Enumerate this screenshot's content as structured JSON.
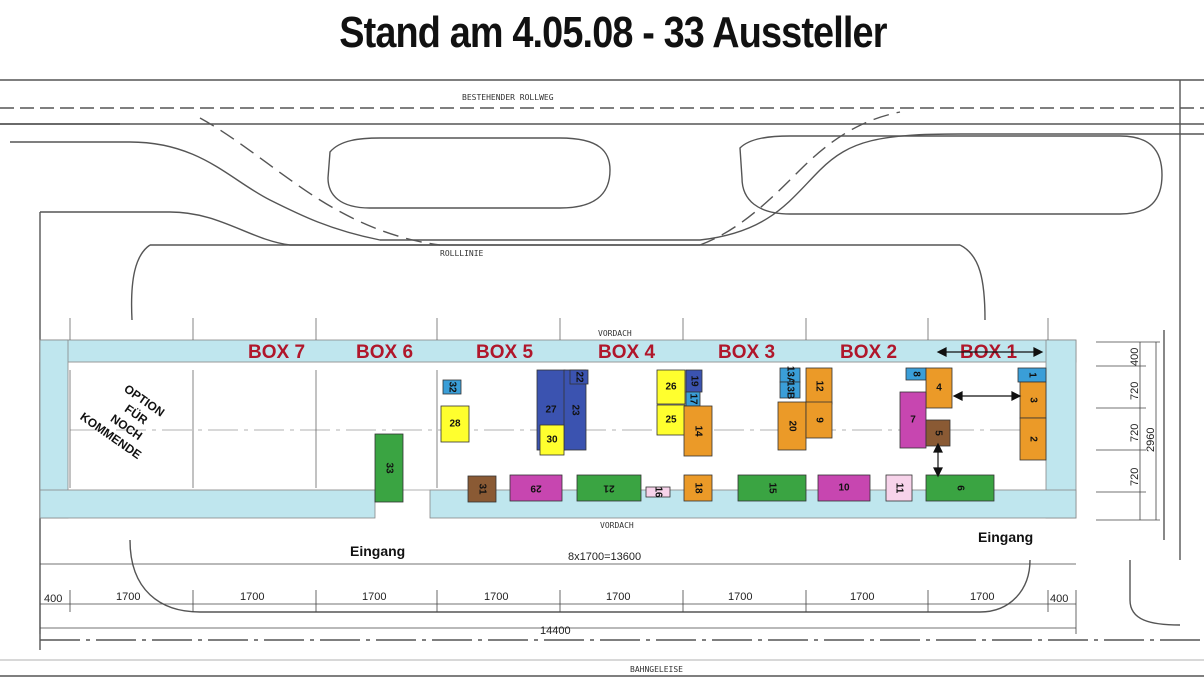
{
  "title": "Stand am 4.05.08 - 33 Aussteller",
  "labels": {
    "rollweg": "BESTEHENDER ROLLWEG",
    "rolllinie": "ROLLLINIE",
    "vordach_top": "VORDACH",
    "vordach_bottom": "VORDACH",
    "bahngeleise": "BAHNGELEISE",
    "eingang_left": "Eingang",
    "eingang_right": "Eingang",
    "option_lines": [
      "OPTION",
      "FÜR",
      "NOCH",
      "KOMMENDE"
    ],
    "total_span": "8x1700=13600",
    "total_width": "14400"
  },
  "boxes": [
    "BOX 7",
    "BOX 6",
    "BOX 5",
    "BOX 4",
    "BOX 3",
    "BOX 2",
    "BOX 1"
  ],
  "bottom_dims": [
    "400",
    "1700",
    "1700",
    "1700",
    "1700",
    "1700",
    "1700",
    "1700",
    "1700",
    "400"
  ],
  "side_dims": [
    "400",
    "720",
    "720",
    "720",
    "2960"
  ],
  "colors": {
    "hall": "#bfe6ee",
    "green": "#3aa442",
    "orange": "#eb9a28",
    "yellow": "#ffff2e",
    "magenta": "#c746b0",
    "blue": "#3b53b0",
    "lightblue": "#3a9ed8",
    "brown": "#8a5a34",
    "pink": "#f7d3ea",
    "box_label": "#b0172b"
  },
  "stands": [
    {
      "num": "33",
      "color": "green"
    },
    {
      "num": "32",
      "color": "lightblue"
    },
    {
      "num": "28",
      "color": "yellow"
    },
    {
      "num": "31",
      "color": "brown"
    },
    {
      "num": "29",
      "color": "magenta"
    },
    {
      "num": "27",
      "color": "blue"
    },
    {
      "num": "23",
      "color": "blue"
    },
    {
      "num": "22",
      "color": "blue"
    },
    {
      "num": "30",
      "color": "yellow"
    },
    {
      "num": "21",
      "color": "green"
    },
    {
      "num": "26",
      "color": "yellow"
    },
    {
      "num": "25",
      "color": "yellow"
    },
    {
      "num": "19",
      "color": "blue"
    },
    {
      "num": "17",
      "color": "lightblue"
    },
    {
      "num": "14",
      "color": "orange"
    },
    {
      "num": "16",
      "color": "pink"
    },
    {
      "num": "18",
      "color": "orange"
    },
    {
      "num": "13A",
      "color": "lightblue"
    },
    {
      "num": "13B",
      "color": "lightblue"
    },
    {
      "num": "12",
      "color": "orange"
    },
    {
      "num": "20",
      "color": "orange"
    },
    {
      "num": "9",
      "color": "orange"
    },
    {
      "num": "15",
      "color": "green"
    },
    {
      "num": "10",
      "color": "magenta"
    },
    {
      "num": "11",
      "color": "pink"
    },
    {
      "num": "8",
      "color": "lightblue"
    },
    {
      "num": "4",
      "color": "orange"
    },
    {
      "num": "7",
      "color": "magenta"
    },
    {
      "num": "5",
      "color": "brown"
    },
    {
      "num": "6",
      "color": "green"
    },
    {
      "num": "1",
      "color": "lightblue"
    },
    {
      "num": "3",
      "color": "orange"
    },
    {
      "num": "2",
      "color": "orange"
    }
  ]
}
